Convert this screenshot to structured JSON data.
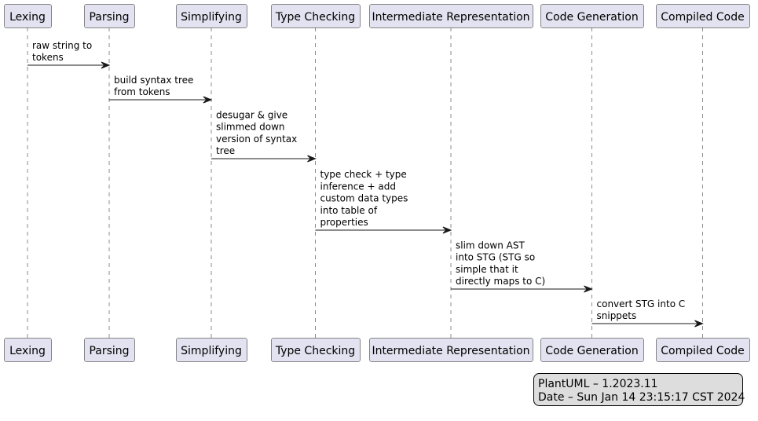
{
  "participants": [
    {
      "label": "Lexing"
    },
    {
      "label": "Parsing"
    },
    {
      "label": "Simplifying"
    },
    {
      "label": "Type Checking"
    },
    {
      "label": "Intermediate Representation"
    },
    {
      "label": "Code Generation"
    },
    {
      "label": "Compiled Code"
    }
  ],
  "messages": [
    {
      "from": 0,
      "to": 1,
      "lines": [
        "raw string to",
        "tokens"
      ]
    },
    {
      "from": 1,
      "to": 2,
      "lines": [
        "build syntax tree",
        "from tokens"
      ]
    },
    {
      "from": 2,
      "to": 3,
      "lines": [
        "desugar & give",
        "slimmed down",
        "version of syntax",
        "tree"
      ]
    },
    {
      "from": 3,
      "to": 4,
      "lines": [
        "type check + type",
        "inference + add",
        "custom data types",
        "into table of",
        "properties"
      ]
    },
    {
      "from": 4,
      "to": 5,
      "lines": [
        "slim down AST",
        "into STG (STG so",
        "simple that it",
        "directly maps to C)"
      ]
    },
    {
      "from": 5,
      "to": 6,
      "lines": [
        "convert STG into C",
        "snippets"
      ]
    }
  ],
  "footer": {
    "line1": "PlantUML – 1.2023.11",
    "line2": "Date – Sun Jan 14 23:15:17 CST 2024"
  }
}
